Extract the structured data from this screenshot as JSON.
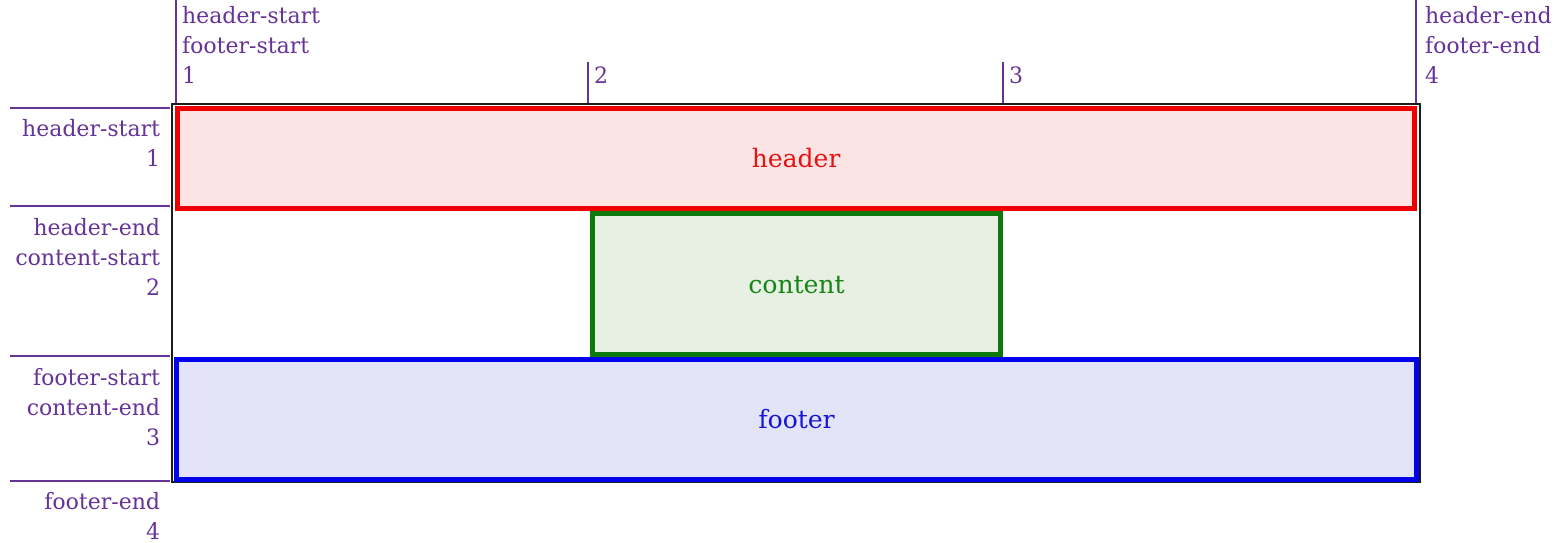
{
  "diagram_title": "css-grid-named-lines-diagram",
  "column_labels": {
    "line1": [
      "header-start",
      "footer-start",
      "1"
    ],
    "line2": [
      "2"
    ],
    "line3": [
      "3"
    ],
    "line4": [
      "header-end",
      "footer-end",
      "4"
    ]
  },
  "row_labels": {
    "line1": [
      "header-start",
      "1"
    ],
    "line2": [
      "header-end",
      "content-start",
      "2"
    ],
    "line3": [
      "footer-start",
      "content-end",
      "3"
    ],
    "line4": [
      "footer-end",
      "4"
    ]
  },
  "areas": {
    "header": "header",
    "content": "content",
    "footer": "footer"
  },
  "colors": {
    "purple": "#663399",
    "frame": "#1c1c1c",
    "red_border": "#ef0000",
    "red_fill": "#fce4e4",
    "red_text": "#e81111",
    "green_border": "#0e7a0e",
    "green_fill": "#e8f0e4",
    "green_text": "#168516",
    "blue_border": "#0202ec",
    "blue_fill": "#e4e4f9",
    "blue_text": "#1515d8"
  }
}
